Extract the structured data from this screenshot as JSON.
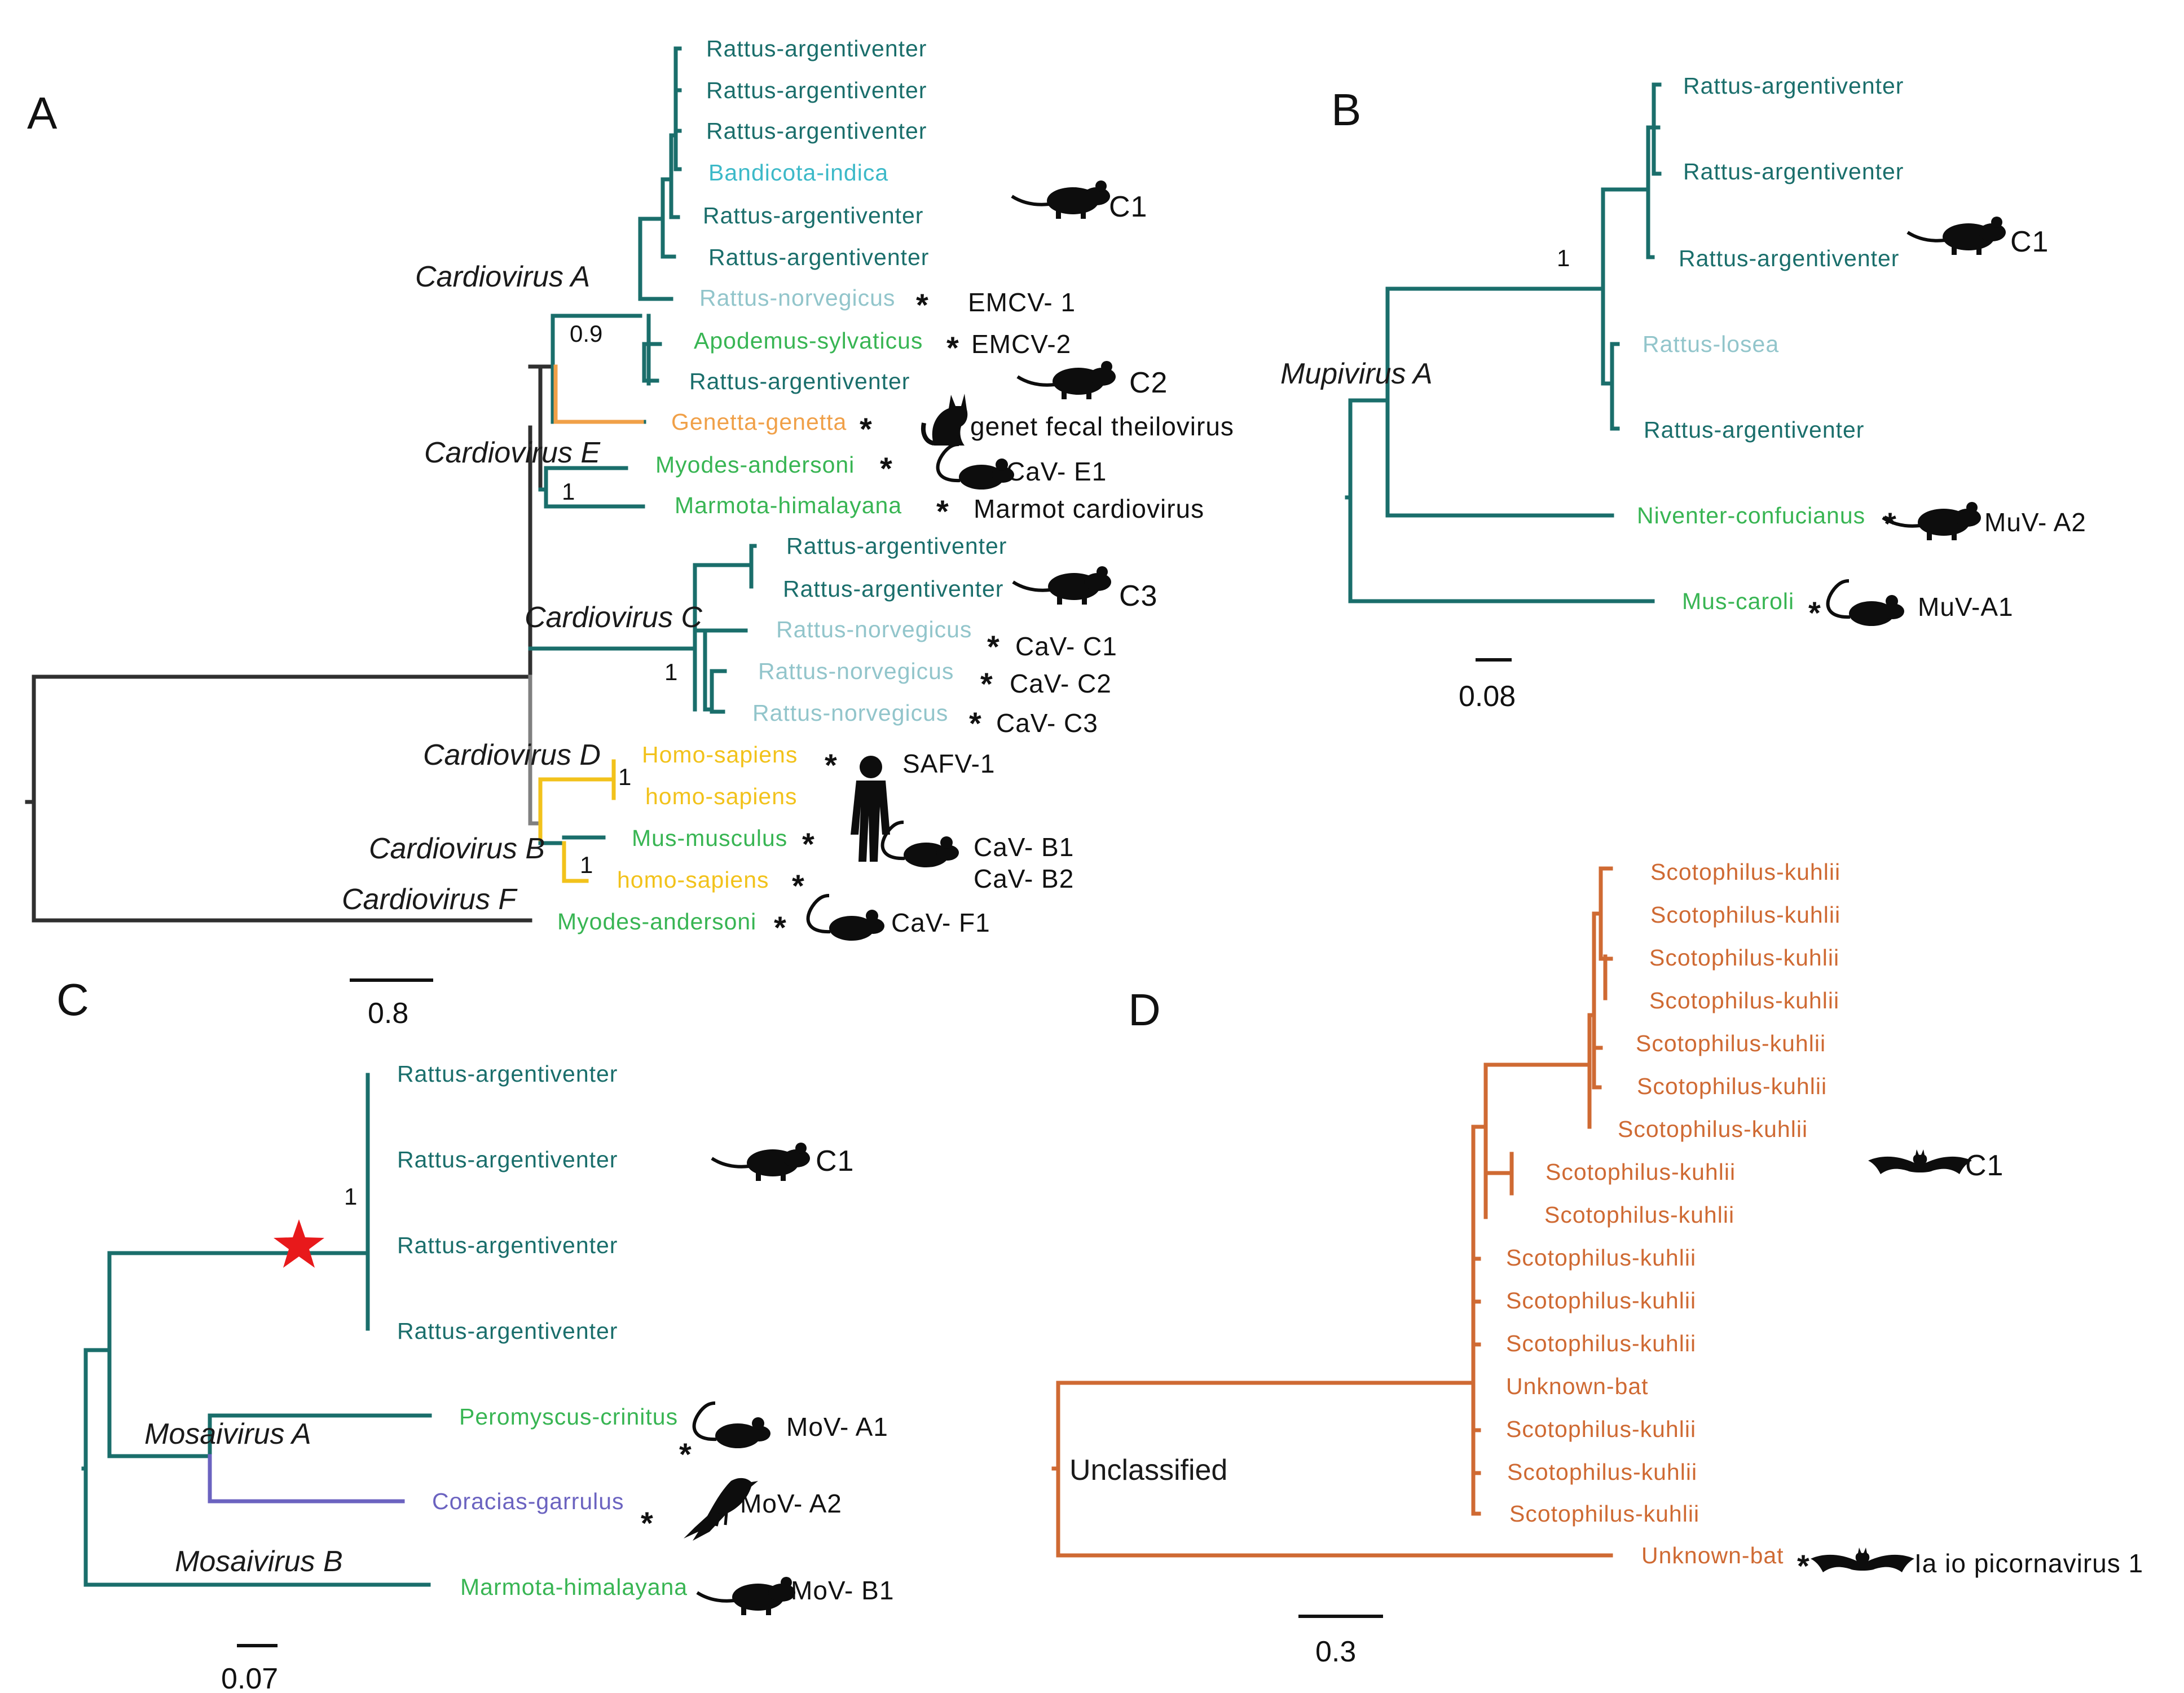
{
  "colors": {
    "teal": "#1a6e6b",
    "cyan": "#3cb9c8",
    "light_blue": "#92c5cb",
    "green": "#38b553",
    "orange": "#f0a048",
    "yellow": "#f2c21b",
    "purple": "#6b63c0",
    "bat_orange": "#cf6a33",
    "dark": "#303030",
    "grey": "#808080",
    "star": "#e8191b"
  },
  "panels": {
    "A": {
      "label": "A",
      "clades": [
        "Cardiovirus A",
        "Cardiovirus  E",
        "Cardiovirus C",
        "Cardiovirus D",
        "Cardiovirus B",
        "Cardiovirus F"
      ],
      "leaves": [
        "Rattus-argentiventer",
        "Rattus-argentiventer",
        "Rattus-argentiventer",
        "Bandicota-indica",
        "Rattus-argentiventer",
        "Rattus-argentiventer",
        "Rattus-norvegicus",
        "Apodemus-sylvaticus",
        "Rattus-argentiventer",
        "Genetta-genetta",
        "Myodes-andersoni",
        "Marmota-himalayana",
        "Rattus-argentiventer",
        "Rattus-argentiventer",
        "Rattus-norvegicus",
        "Rattus-norvegicus",
        "Rattus-norvegicus",
        "Homo-sapiens",
        "homo-sapiens",
        "Mus-musculus",
        "homo-sapiens",
        "Myodes-andersoni"
      ],
      "viruses": [
        "EMCV- 1",
        "EMCV-2",
        "genet fecal theilovirus",
        "CaV- E1",
        "Marmot cardiovirus",
        "CaV- C1",
        "CaV- C2",
        "CaV- C3",
        "SAFV-1",
        "CaV- B1",
        "CaV- B2",
        "CaV- F1"
      ],
      "codes": [
        "C1",
        "C2",
        "C3"
      ],
      "support": [
        "0.9",
        "1",
        "1",
        "1",
        "1"
      ],
      "scale": "0.8"
    },
    "B": {
      "label": "B",
      "clades": [
        "Mupivirus A"
      ],
      "leaves": [
        "Rattus-argentiventer",
        "Rattus-argentiventer",
        "Rattus-argentiventer",
        "Rattus-losea",
        "Rattus-argentiventer",
        "Niventer-confucianus",
        "Mus-caroli"
      ],
      "viruses": [
        "MuV- A2",
        "MuV-A1"
      ],
      "codes": [
        "C1"
      ],
      "support": [
        "1"
      ],
      "scale": "0.08"
    },
    "C": {
      "label": "C",
      "clades": [
        "Mosaivirus A",
        "Mosaivirus B"
      ],
      "leaves": [
        "Rattus-argentiventer",
        "Rattus-argentiventer",
        "Rattus-argentiventer",
        "Rattus-argentiventer",
        "Peromyscus-crinitus",
        "Coracias-garrulus",
        "Marmota-himalayana"
      ],
      "viruses": [
        "MoV- A1",
        "MoV- A2",
        "MoV- B1"
      ],
      "codes": [
        "C1"
      ],
      "support": [
        "1"
      ],
      "scale": "0.07"
    },
    "D": {
      "label": "D",
      "clades": [
        "Unclassified"
      ],
      "leaves": [
        "Scotophilus-kuhlii",
        "Scotophilus-kuhlii",
        "Scotophilus-kuhlii",
        "Scotophilus-kuhlii",
        "Scotophilus-kuhlii",
        "Scotophilus-kuhlii",
        "Scotophilus-kuhlii",
        "Scotophilus-kuhlii",
        "Scotophilus-kuhlii",
        "Scotophilus-kuhlii",
        "Scotophilus-kuhlii",
        "Scotophilus-kuhlii",
        "Unknown-bat",
        "Scotophilus-kuhlii",
        "Scotophilus-kuhlii",
        "Scotophilus-kuhlii",
        "Unknown-bat"
      ],
      "viruses": [
        "Ia io picornavirus 1"
      ],
      "codes": [
        "C1"
      ],
      "scale": "0.3"
    },
    "asterisk": "*"
  }
}
